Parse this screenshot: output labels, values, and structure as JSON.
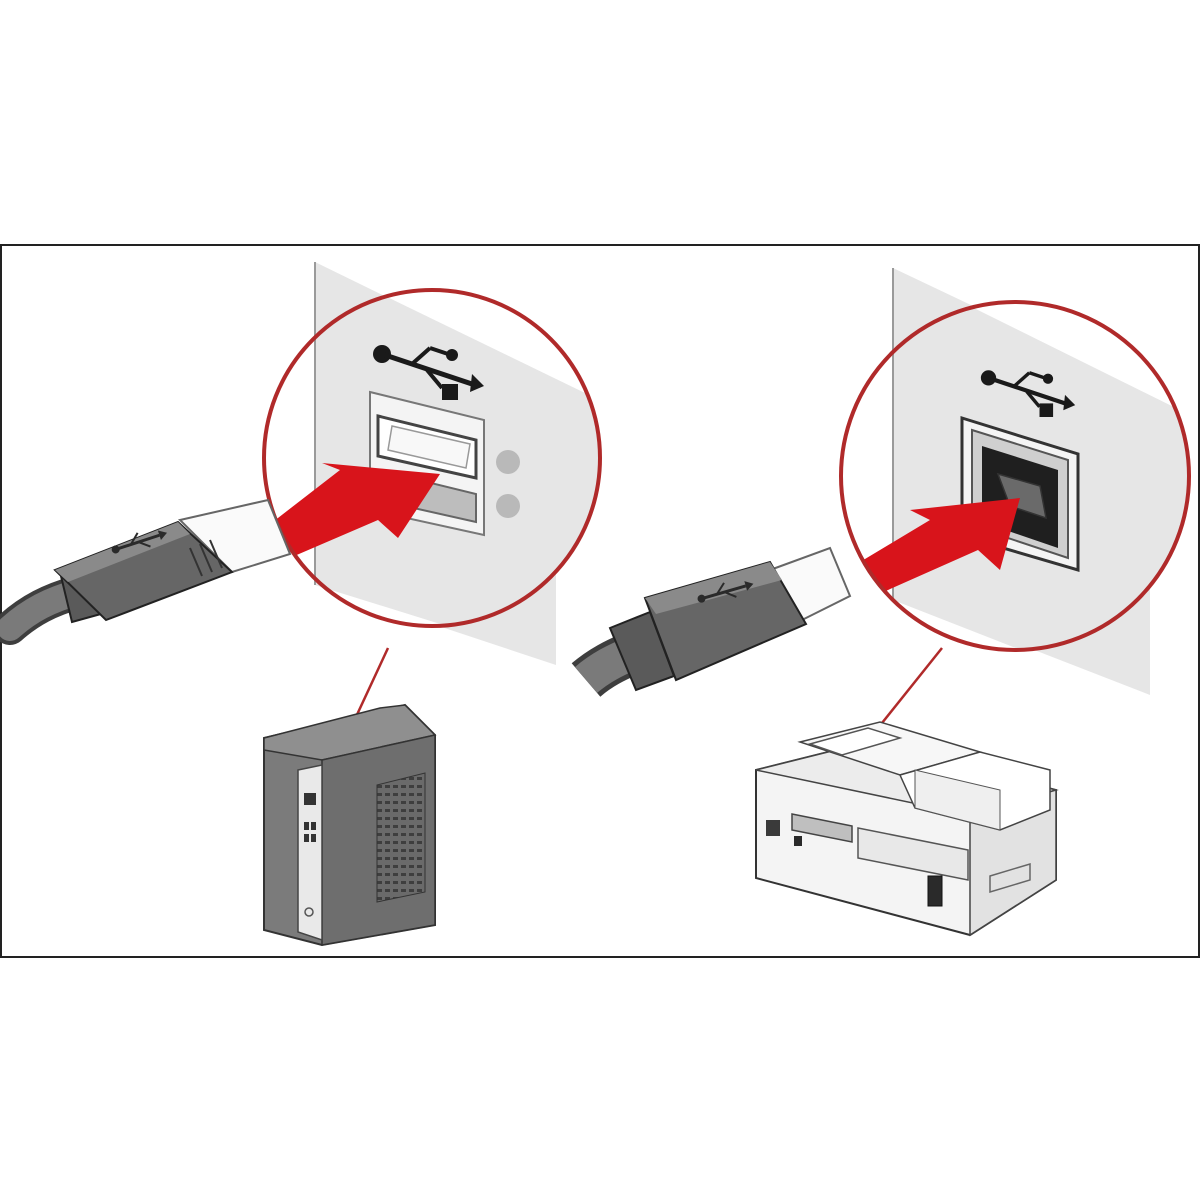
{
  "diagram": {
    "panels": [
      {
        "id": "computer",
        "device": "computer-tower",
        "port": "usb-type-a",
        "connector": "usb-type-a-plug",
        "symbol": "usb-symbol-icon"
      },
      {
        "id": "printer",
        "device": "printer",
        "port": "usb-type-b",
        "connector": "usb-type-b-plug",
        "symbol": "usb-symbol-icon"
      }
    ],
    "colors": {
      "callout_ring": "#b02a2a",
      "arrow": "#d8141b",
      "wall": "#e6e6e6",
      "cable": "#6d6d6d",
      "device_body": "#7b7b7b",
      "frame": "#222222"
    }
  }
}
